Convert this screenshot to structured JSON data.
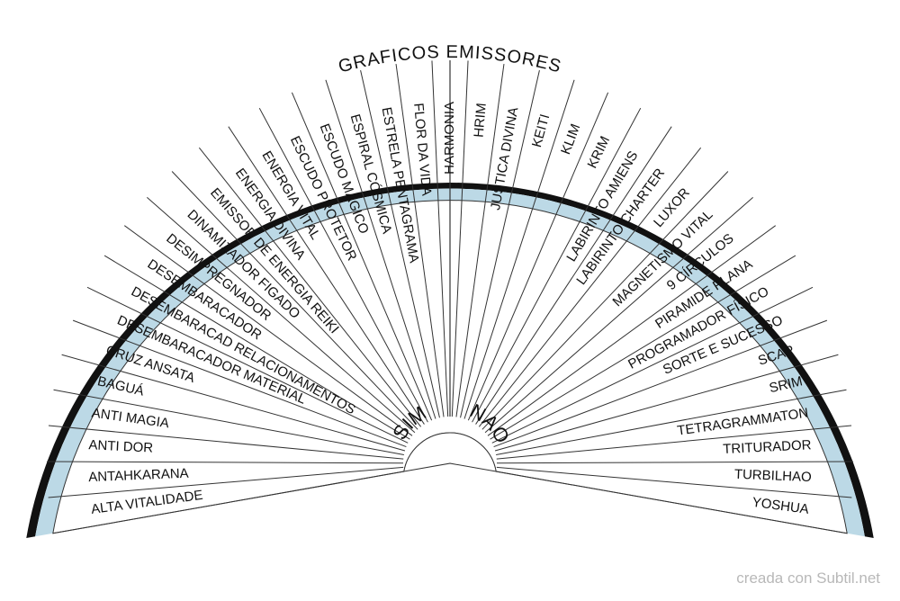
{
  "title": "GRAFICOS EMISSORES",
  "hub_left": "SIM",
  "hub_right": "NAO",
  "watermark": "creada con Subtil.net",
  "colors": {
    "band": "#bcd9e6",
    "outer_ring": "#111111",
    "line": "#333333",
    "text": "#111111"
  },
  "labels": [
    "ALTA VITALIDADE",
    "ANTAHKARANA",
    "ANTI DOR",
    "ANTI MAGIA",
    "BAGUÁ",
    "CRUZ ANSATA",
    "DESEMBARACADOR MATERIAL",
    "DESEMBARACAD RELACIONAMENTOS",
    "DESEMBARACADOR",
    "DESIMPREGNADOR",
    "DINAMIZADOR FIGADO",
    "EMISSOR DE ENERGIA REIKI",
    "ENERGIA DIVINA",
    "ENERGIA VITAL",
    "ESCUDO PROTETOR",
    "ESCUDO MÁGICO",
    "ESPIRAL CÓSMICA",
    "ESTRELA PENTAGRAMA",
    "FLOR DA VIDA",
    "HARMONIA",
    "HRIM",
    "JUSTICA DIVINA",
    "KEITI",
    "KLIM",
    "KRIM",
    "LABIRINTO AMIENS",
    "LABIRINTO CHARTER",
    "LUXOR",
    "MAGNETISMO VITAL",
    "9 CÍRCULOS",
    "PIRAMIDE PLANA",
    "PROGRAMADOR FÍSICO",
    "SORTE E SUCESSO",
    "SCAP",
    "SRIM",
    "TETRAGRAMMATON",
    "TRITURADOR",
    "TURBILHAO",
    "YOSHUA"
  ]
}
